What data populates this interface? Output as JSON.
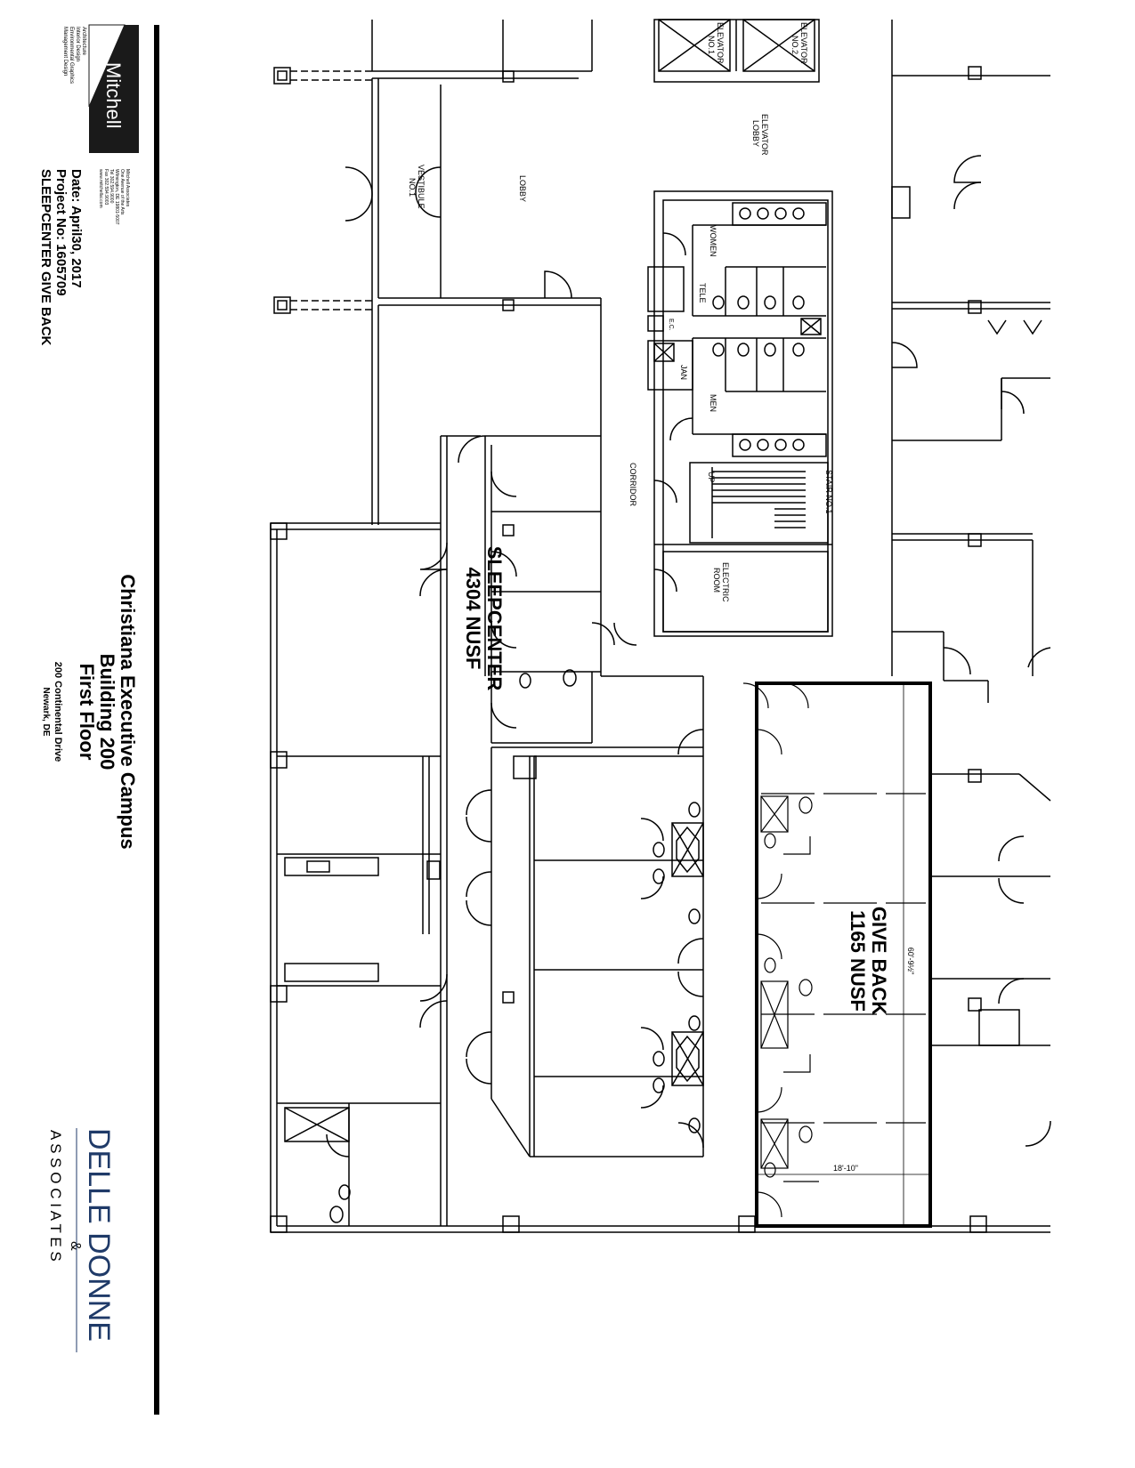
{
  "title_block": {
    "firm_name": "Mitchell",
    "firm_services": [
      "Architecture",
      "Interior Design",
      "Environmental Graphics",
      "Management Design"
    ],
    "firm_address": [
      "Mitchell Associates",
      "One Avenue of the Arts",
      "Wilmington, DE 19801-5007",
      "Tel 302.594.9000",
      "Fax 302.594.9003",
      "www.mitchellai.com"
    ],
    "date": "Date: April30, 2017",
    "project_no": "Project No: 1605709",
    "sheet_title": "SLEEPCENTER GIVE BACK",
    "project_name": "Christiana Executive Campus",
    "building": "Building 200",
    "floor": "First Floor",
    "address": "200 Continental Drive",
    "city": "Newark, DE",
    "broker_name": "DELLE DONNE",
    "broker_amp": "&",
    "broker_sub": "A S S O C I A T E S"
  },
  "rooms": {
    "elevator_1": [
      "ELEVATOR",
      "NO.1"
    ],
    "elevator_2": [
      "ELEVATOR",
      "NO.2"
    ],
    "elevator_lobby": [
      "ELEVATOR",
      "LOBBY"
    ],
    "lobby": "LOBBY",
    "vestibule": [
      "VESTIBULE",
      "NO.1"
    ],
    "women": "WOMEN",
    "tele": "TELE",
    "jan": "JAN",
    "men": "MEN",
    "corridor": "CORRIDOR",
    "stair": "STAIR NO.1",
    "stair_up": "UP",
    "electric": [
      "ELECTRIC",
      "ROOM"
    ],
    "ec": "E.C."
  },
  "areas": {
    "sleepcenter_name": "SLEEPCENTER",
    "sleepcenter_nusf": "4304 NUSF",
    "giveback_name": "GIVE BACK",
    "giveback_nusf": "1165 NUSF",
    "dim_long": "60'-9½\"",
    "dim_short": "18'-10\""
  }
}
